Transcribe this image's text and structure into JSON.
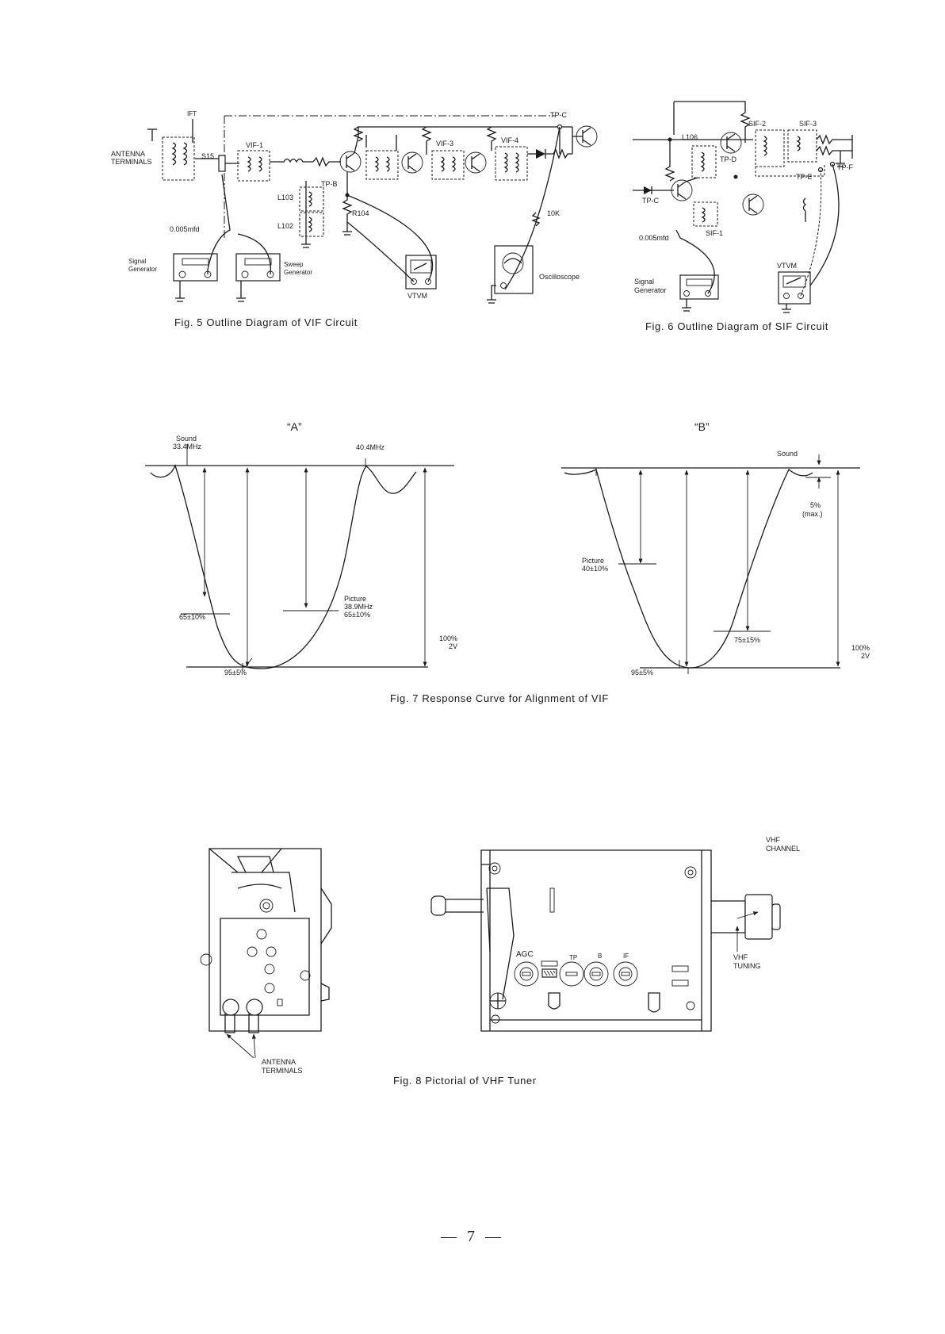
{
  "fig5": {
    "caption": "Fig. 5 Outline   Diagram of VIF Circuit",
    "labels": {
      "ift": "IFT",
      "antenna_terminals_1": "ANTENNA",
      "antenna_terminals_2": "TERMINALS",
      "s15": "S15",
      "vif1": "VIF-1",
      "vif3": "VIF-3",
      "vif4": "VIF-4",
      "tpc": "TP-C",
      "tpb": "TP-B",
      "l103": "L103",
      "l102": "L102",
      "r104": "R104",
      "cap": "0.005mfd",
      "res10k": "10K",
      "signal_gen_1": "Signal",
      "signal_gen_2": "Generator",
      "sweep_gen_1": "Sweep",
      "sweep_gen_2": "Generator",
      "vtvm": "VTVM",
      "oscilloscope": "Oscilloscope"
    }
  },
  "fig6": {
    "caption": "Fig. 6 Outline Diagram of SIF Circuit",
    "labels": {
      "sif2": "SIF-2",
      "sif3": "SIF-3",
      "l106": "L106",
      "tpd": "TP-D",
      "tpe": "TP-E",
      "tpf": "TP-F",
      "tpc": "TP-C",
      "sif1": "SIF-1",
      "cap": "0.005mfd",
      "vtvm": "VTVM",
      "signal_gen_1": "Signal",
      "signal_gen_2": "Generator"
    }
  },
  "fig7": {
    "caption": "Fig. 7  Response Curve for Alignment of VIF",
    "curve_a": {
      "title": "“A”",
      "sound_1": "Sound",
      "sound_2": "33.4MHz",
      "freq_404": "40.4MHz",
      "picture_1": "Picture",
      "picture_2": "38.9MHz",
      "picture_3": "65±10%",
      "left_65": "65±10%",
      "bottom_95": "95±5%",
      "full_1": "100%",
      "full_2": "2V"
    },
    "curve_b": {
      "title": "“B”",
      "sound": "Sound",
      "five_1": "5%",
      "five_2": "(max.)",
      "picture_1": "Picture",
      "picture_2": "40±10%",
      "mid_75": "75±15%",
      "bottom_95": "95±5%",
      "full_1": "100%",
      "full_2": "2V"
    }
  },
  "fig8": {
    "caption": "Fig. 8  Pictorial of VHF Tuner",
    "labels": {
      "vhf_channel_1": "VHF",
      "vhf_channel_2": "CHANNEL",
      "vhf_tuning_1": "VHF",
      "vhf_tuning_2": "TUNING",
      "agc": "AGC",
      "tp": "TP",
      "b": "B",
      "if": "IF",
      "antenna_1": "ANTENNA",
      "antenna_2": "TERMINALS"
    }
  },
  "page_number": "— 7 —"
}
